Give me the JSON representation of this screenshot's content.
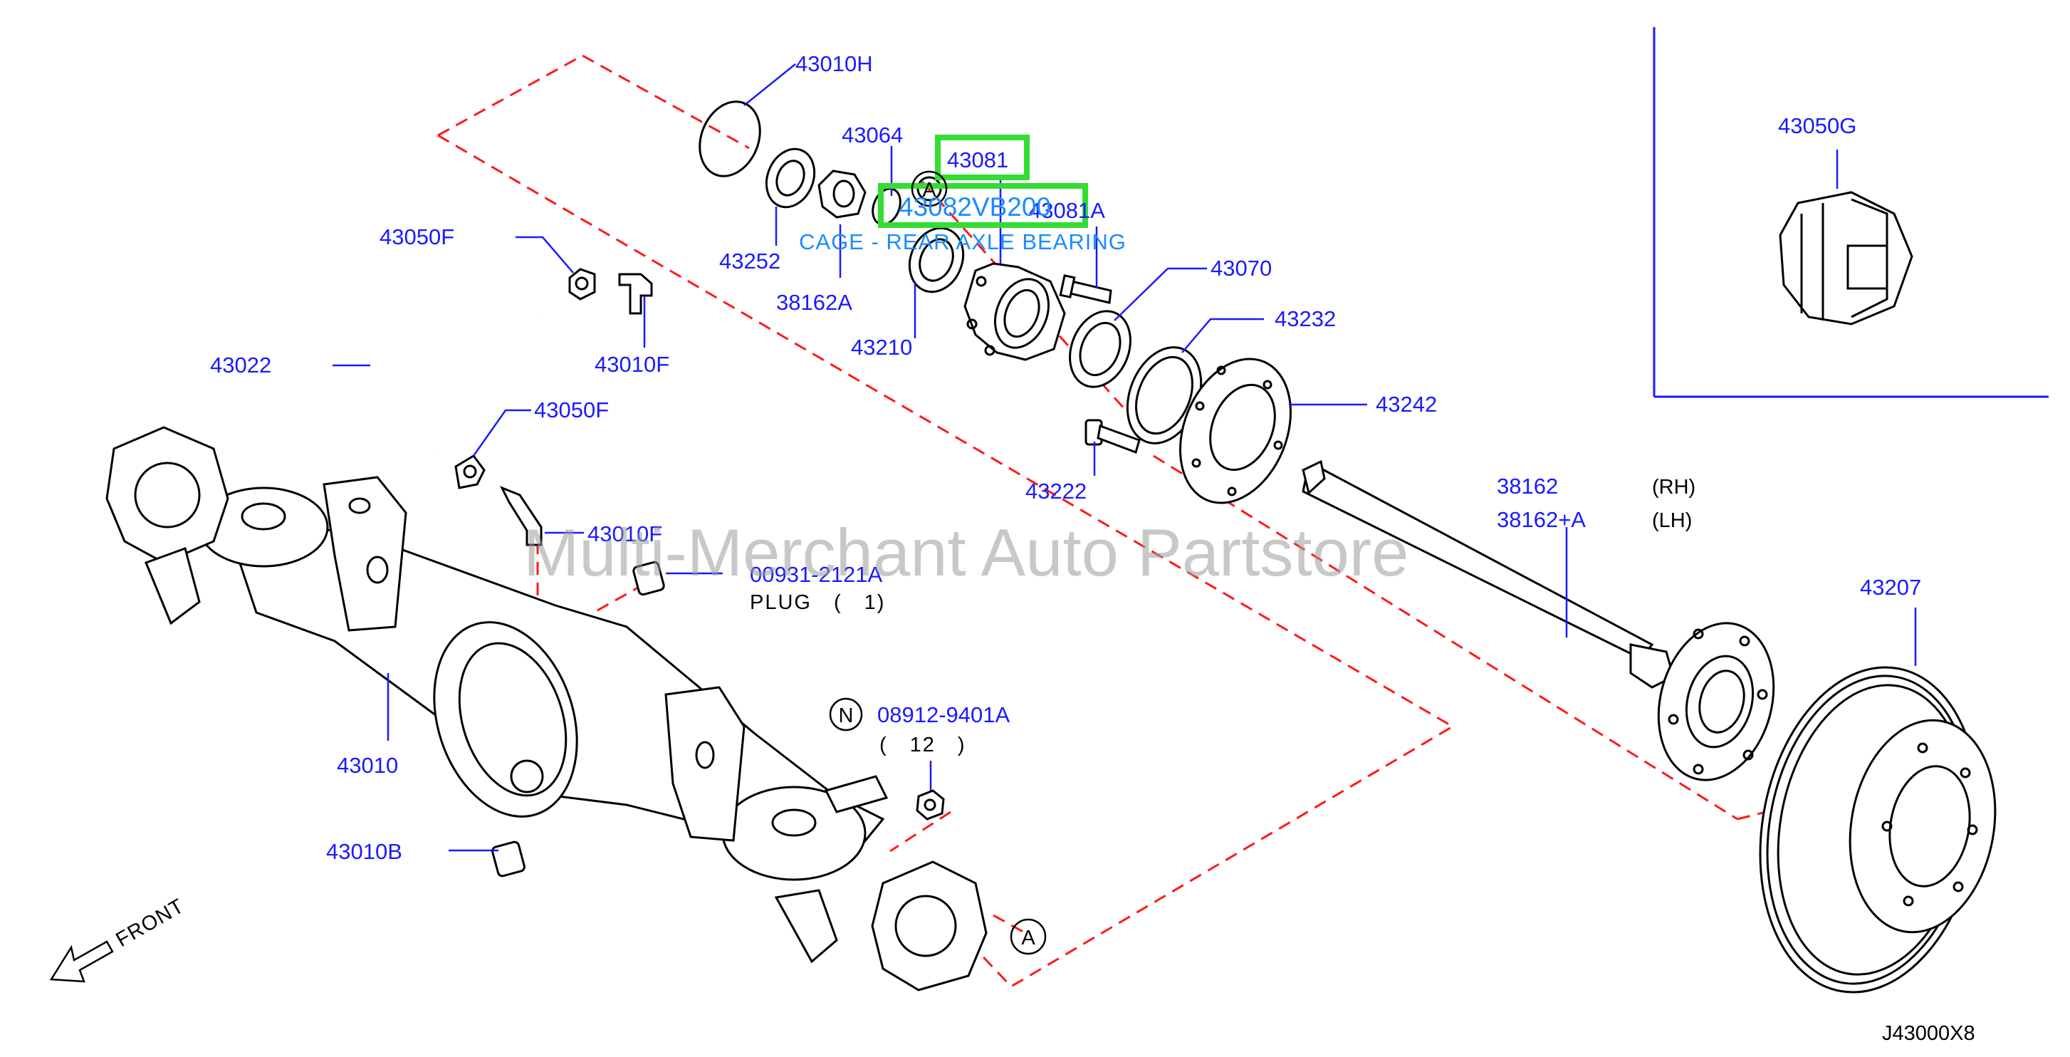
{
  "diagram_code": "J43000X8",
  "watermark": "Multi-Merchant Auto Partstore",
  "highlight": {
    "part_number": "43081",
    "catalog_number": "43082VB200",
    "description": "CAGE - REAR AXLE BEARING"
  },
  "labels": {
    "p43010H": "43010H",
    "p43064": "43064",
    "p43081": "43081",
    "p43081A": "43081A",
    "p43252": "43252",
    "p38162A": "38162A",
    "p43210": "43210",
    "p43070": "43070",
    "p43232": "43232",
    "p43242": "43242",
    "p43222": "43222",
    "p43050F_top": "43050F",
    "p43022": "43022",
    "p43010F_top": "43010F",
    "p43050F_mid": "43050F",
    "p43010F_mid": "43010F",
    "p00931": "00931-2121A",
    "plug": "PLUG　(　1)",
    "p43010": "43010",
    "p43010B": "43010B",
    "p08912": "08912-9401A",
    "qty12": "(　12　)",
    "p38162": "38162",
    "p38162A_lh": "38162+A",
    "rh": "(RH)",
    "lh": "(LH)",
    "p43207": "43207",
    "p43050G": "43050G",
    "front": "FRONT",
    "ref_a": "A",
    "ref_n": "N"
  }
}
